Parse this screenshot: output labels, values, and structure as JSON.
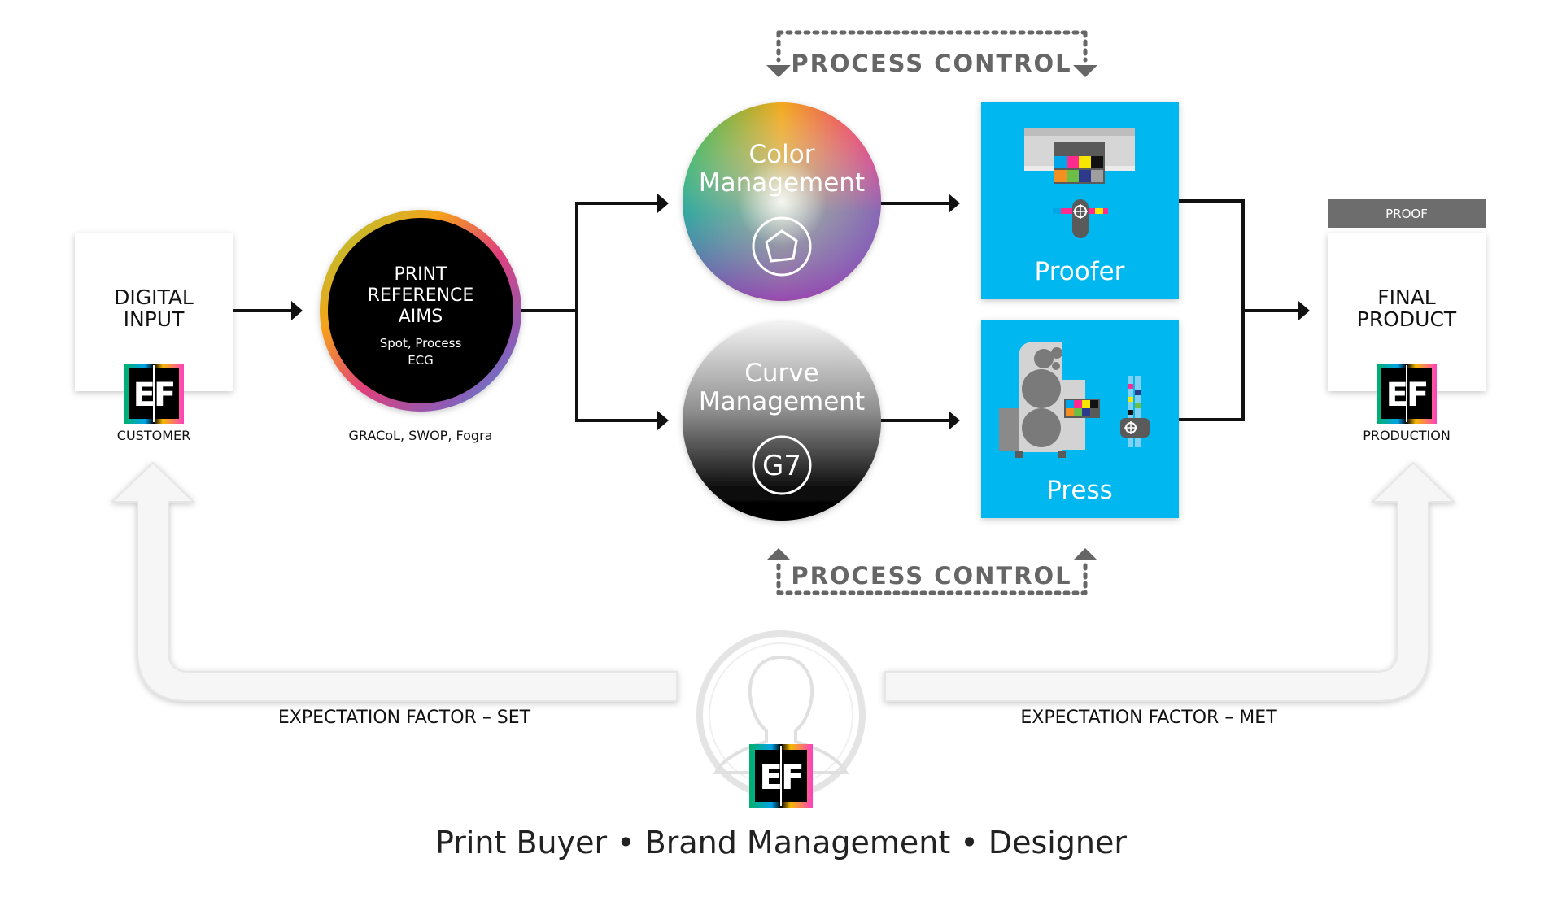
{
  "process_control_top": "PROCESS CONTROL",
  "process_control_bottom": "PROCESS CONTROL",
  "digital_input": {
    "line1": "DIGITAL",
    "line2": "INPUT",
    "caption": "CUSTOMER"
  },
  "print_reference": {
    "line1": "PRINT",
    "line2": "REFERENCE",
    "line3": "AIMS",
    "sub1": "Spot, Process",
    "sub2": "ECG",
    "caption": "GRACoL, SWOP, Fogra"
  },
  "color_management": {
    "line1": "Color",
    "line2": "Management"
  },
  "curve_management": {
    "line1": "Curve",
    "line2": "Management",
    "badge": "G7"
  },
  "proofer": {
    "label": "Proofer"
  },
  "press": {
    "label": "Press"
  },
  "final_product": {
    "tab": "PROOF",
    "line1": "FINAL",
    "line2": "PRODUCT",
    "caption": "PRODUCTION"
  },
  "ef_logo_text": "EF",
  "expectation_set": "EXPECTATION FACTOR – SET",
  "expectation_met": "EXPECTATION FACTOR – MET",
  "roles": "Print Buyer • Brand Management • Designer",
  "colors": {
    "panel_blue": "#00b7ef",
    "arrow": "#111111",
    "process_control": "#666666",
    "proof_tab": "#6d6d6d",
    "feedback_arrow": "#f6f6f6"
  }
}
